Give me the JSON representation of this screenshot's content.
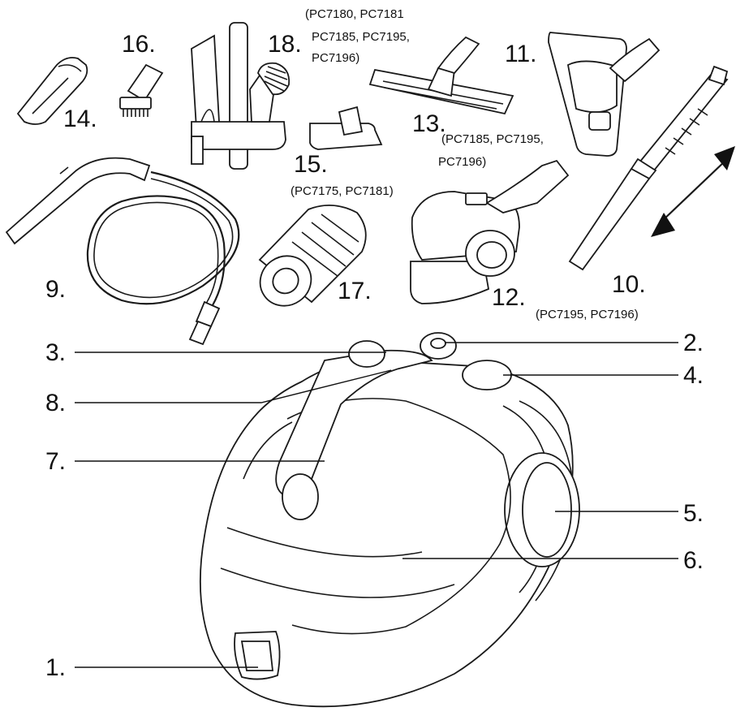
{
  "labels": {
    "l1": "1.",
    "l2": "2.",
    "l3": "3.",
    "l4": "4.",
    "l5": "5.",
    "l6": "6.",
    "l7": "7.",
    "l8": "8.",
    "l9": "9.",
    "l10": "10.",
    "l11": "11.",
    "l12": "12.",
    "l13": "13.",
    "l14": "14.",
    "l15": "15.",
    "l16": "16.",
    "l17": "17.",
    "l18": "18."
  },
  "notes": {
    "n18_line1": "(PC7180, PC7181",
    "n18_line2": "PC7185, PC7195,",
    "n18_line3": "PC7196)",
    "n12_line1": "(PC7185, PC7195,",
    "n12_line2": "PC7196)",
    "n15": "(PC7175, PC7181)",
    "n10": "(PC7195, PC7196)"
  },
  "colors": {
    "line": "#1a1a1a",
    "background": "#ffffff"
  }
}
